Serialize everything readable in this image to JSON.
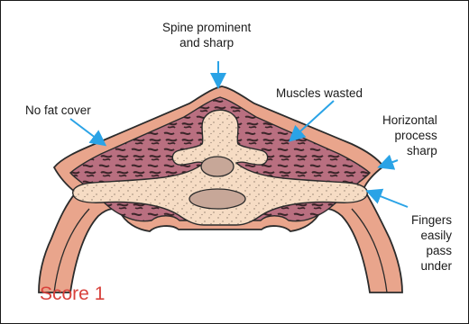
{
  "labels": {
    "spine": "Spine prominent\nand sharp",
    "fat": "No fat cover",
    "muscles": "Muscles wasted",
    "horizontal": "Horizontal\nprocess\nsharp",
    "fingers": "Fingers\neasily\npass\nunder"
  },
  "score": "Score 1",
  "colors": {
    "skin": "#e9a58c",
    "muscle": "#b96f80",
    "bone": "#f6dcc4",
    "arrow": "#2aa3e6",
    "score": "#d8423c"
  }
}
